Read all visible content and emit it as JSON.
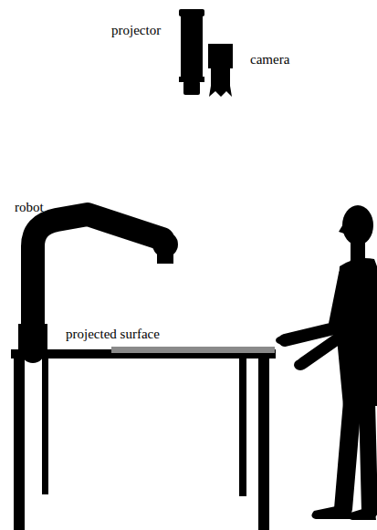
{
  "diagram": {
    "labels": [
      "projector",
      "camera",
      "robot",
      "projected surface"
    ]
  }
}
